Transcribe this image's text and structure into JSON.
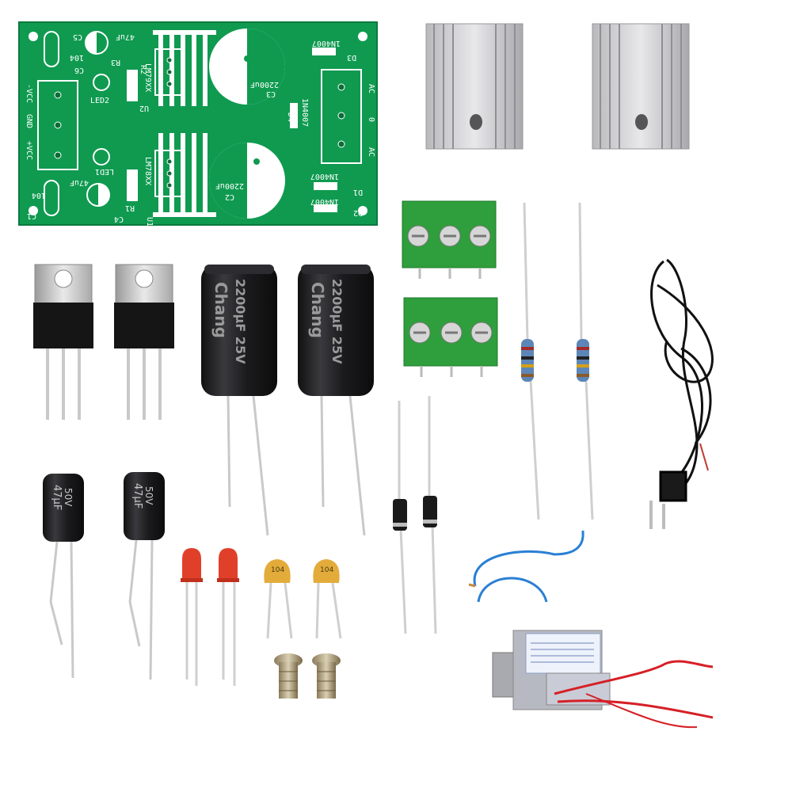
{
  "pcb": {
    "labels": {
      "c5": "C5",
      "c6_val": "104",
      "c6": "C6",
      "c5_val": "47uF",
      "r3": "R3",
      "r2": "R2",
      "led2": "LED2",
      "u2": "LM79XX",
      "u2_ref": "U2",
      "c3": "C3",
      "c3_val": "2200uF",
      "d3_type": "1N4007",
      "d3": "D3",
      "d4_type": "1N4007",
      "d4": "D4",
      "ac_top": "AC",
      "ac_mid": "0",
      "ac_bottom": "AC",
      "neg_vcc": "-VCC",
      "gnd": "GND",
      "pos_vcc": "+VCC",
      "led1": "LED1",
      "u1": "LM78XX",
      "u1_ref": "U1",
      "c2": "C2",
      "c2_val": "2200uF",
      "d1_type": "1N4007",
      "d1": "D1",
      "d2_type": "1N4007",
      "d2": "D2",
      "c1": "C1",
      "c1_val": "104",
      "c4_val": "47uF",
      "r1": "R1",
      "c4": "C4"
    }
  },
  "big_caps": {
    "brand": "Chang",
    "rating": "2200μF 25V"
  },
  "small_caps": {
    "value": "47μF",
    "voltage": "50V"
  },
  "ceramic_caps": {
    "marking": "104"
  },
  "colors": {
    "pcb_green": "#0f9a50",
    "terminal_green": "#2f9e3c",
    "cap_black": "#1b1b1d",
    "led_red": "#e0402a",
    "ceramic_yellow": "#e3ac3a",
    "heatsink": "#cfcfd1"
  }
}
